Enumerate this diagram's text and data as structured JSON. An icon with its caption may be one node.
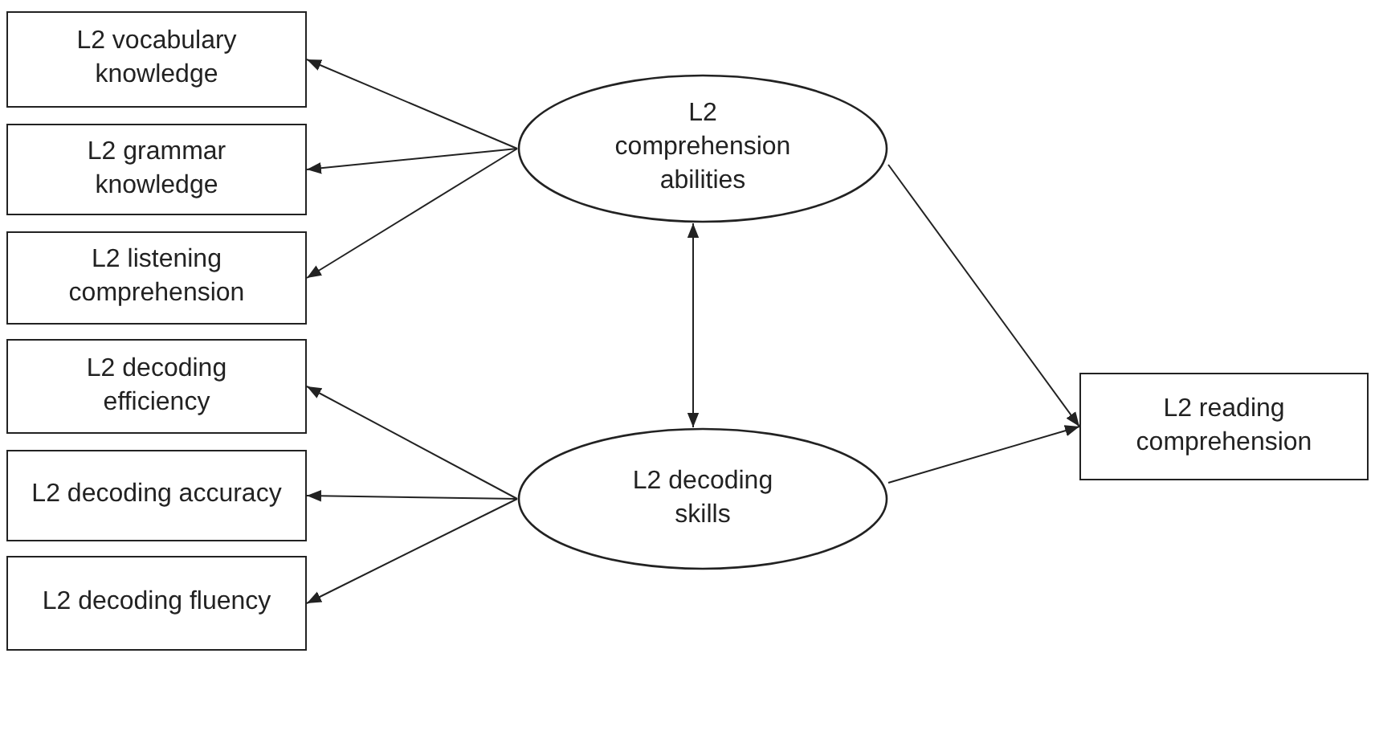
{
  "diagram": {
    "nodes": [
      {
        "text": [
          "L2 vocabulary knowledge"
        ]
      },
      {
        "text": [
          "L2 grammar knowledge"
        ]
      },
      {
        "text": [
          "L2 listening comprehension"
        ]
      },
      {
        "text": [
          "L2 decoding efficiency"
        ]
      },
      {
        "text": [
          "L2 decoding accuracy"
        ]
      },
      {
        "text": [
          "L2 decoding fluency"
        ]
      },
      {
        "text": [
          "L2 comprehension abilities"
        ]
      },
      {
        "text": [
          "L2 decoding skills"
        ]
      },
      {
        "text": [
          "L2 reading comprehension"
        ]
      }
    ],
    "edges": [
      {
        "from": 6,
        "to": 0,
        "arrow": "to"
      },
      {
        "from": 6,
        "to": 1,
        "arrow": "to"
      },
      {
        "from": 6,
        "to": 2,
        "arrow": "to"
      },
      {
        "from": 7,
        "to": 3,
        "arrow": "to"
      },
      {
        "from": 7,
        "to": 4,
        "arrow": "to"
      },
      {
        "from": 7,
        "to": 5,
        "arrow": "to"
      },
      {
        "from": 6,
        "to": 7,
        "arrow": "both"
      },
      {
        "from": 6,
        "to": 8,
        "arrow": "to"
      },
      {
        "from": 7,
        "to": 8,
        "arrow": "to"
      }
    ]
  }
}
